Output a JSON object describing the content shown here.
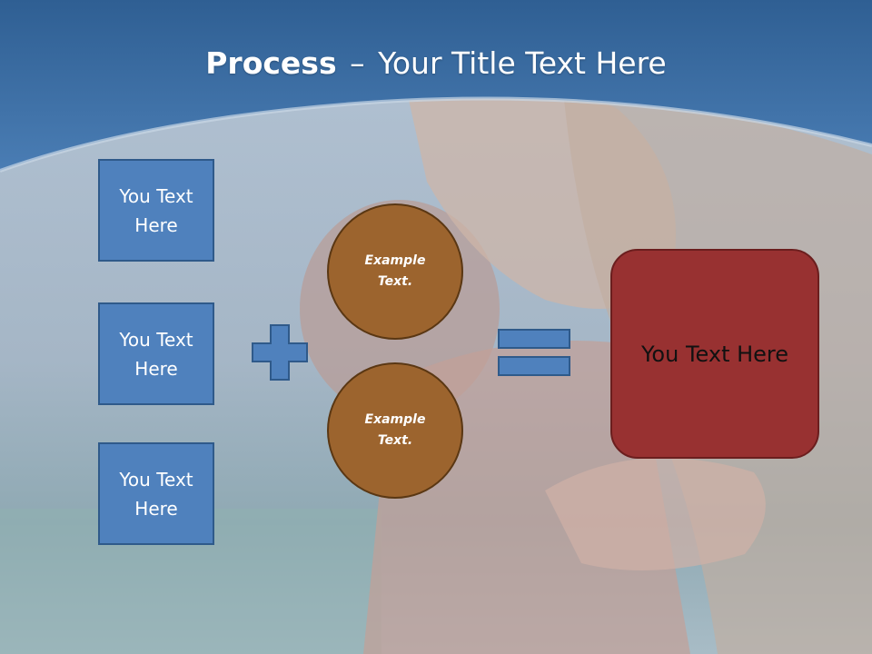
{
  "title": {
    "bold": "Process",
    "separator": "–",
    "rest": "Your Title Text Here"
  },
  "inputs": [
    {
      "label": "You Text Here"
    },
    {
      "label": "You Text Here"
    },
    {
      "label": "You Text Here"
    }
  ],
  "circles": [
    {
      "label": "Example Text."
    },
    {
      "label": "Example Text."
    }
  ],
  "operators": {
    "plus": "plus-icon",
    "equals": "equals-icon"
  },
  "result": {
    "label": "You Text Here"
  },
  "colors": {
    "header_blue": "#3e6fa3",
    "box_blue": "#4f81bd",
    "circle_brown": "#9c642e",
    "result_red": "#983131",
    "background_sky": "#9fb3c8"
  }
}
